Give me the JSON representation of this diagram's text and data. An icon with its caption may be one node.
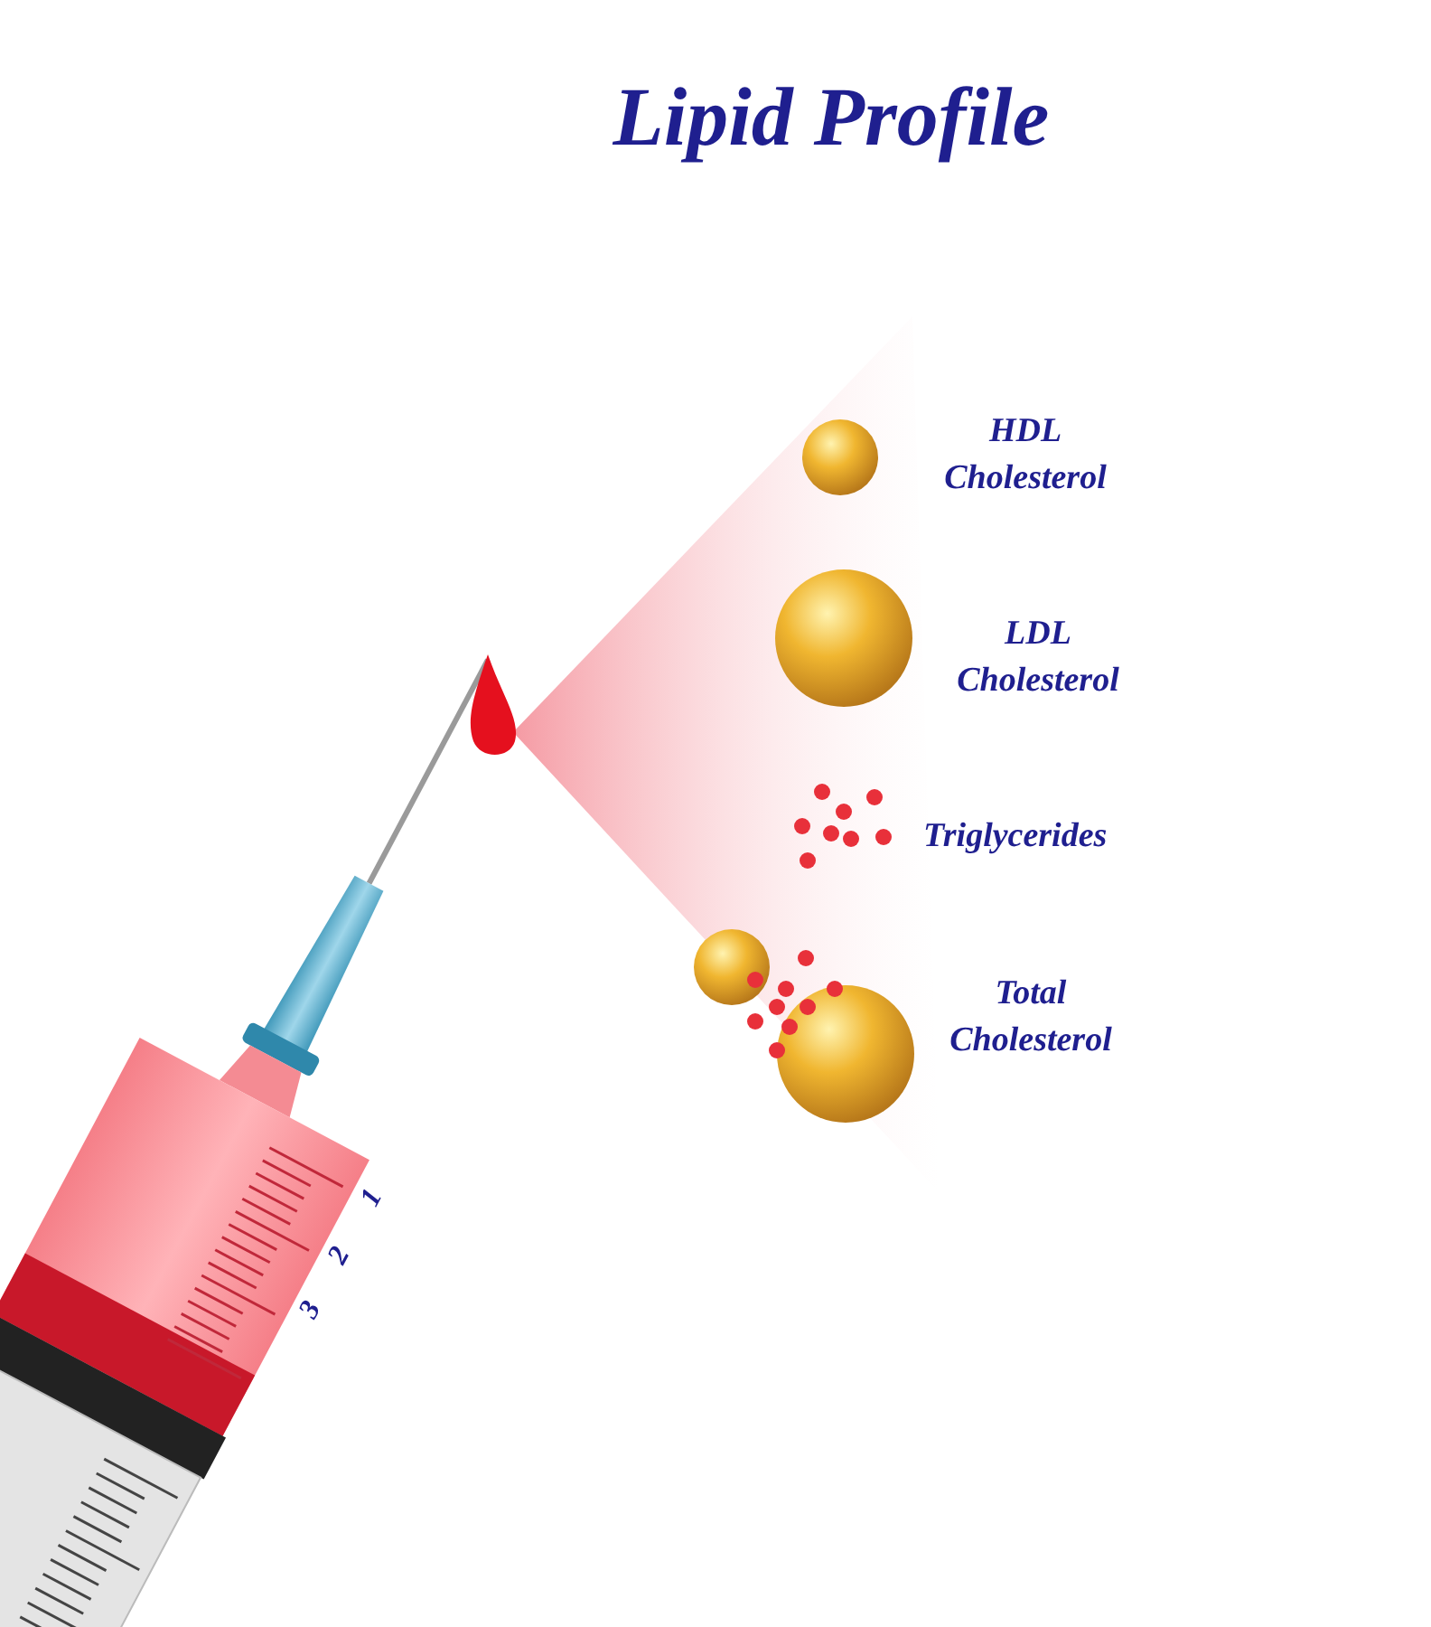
{
  "diagram": {
    "title": "Lipid Profile",
    "labels": [
      "HDL Cholesterol",
      "LDL Cholesterol",
      "Triglycerides",
      "Total Cholesterol",
      "1",
      "2",
      "3"
    ]
  }
}
